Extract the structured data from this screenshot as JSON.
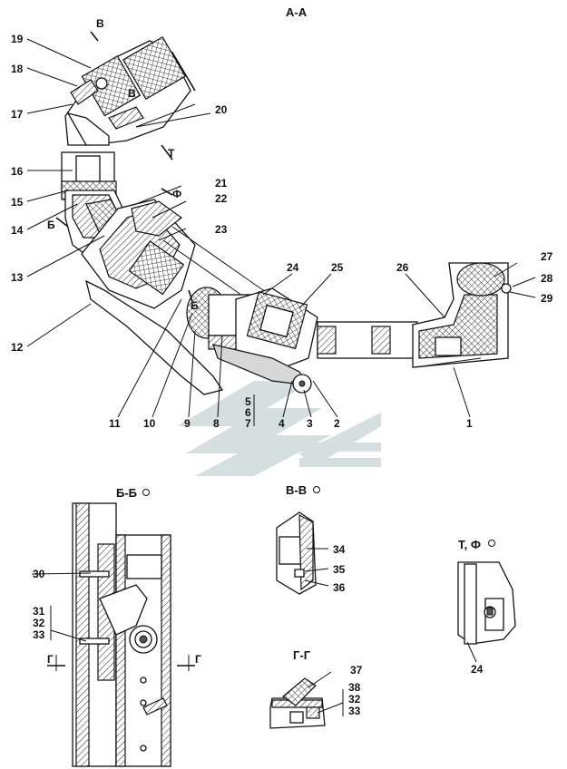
{
  "views": {
    "section_aa": "А-А",
    "section_bb": "Б-Б",
    "section_vv": "В-В",
    "section_gg": "Г-Г",
    "view_tf": "Т, Ф"
  },
  "markers": {
    "v_top": "В",
    "v_inner": "В",
    "t": "Т",
    "f": "Ф",
    "b_left": "Б",
    "b_lower": "Б",
    "g_left": "Г",
    "g_right": "Г"
  },
  "callouts": {
    "c1": "1",
    "c2": "2",
    "c3": "3",
    "c4": "4",
    "c5": "5",
    "c6": "6",
    "c7": "7",
    "c8": "8",
    "c9": "9",
    "c10": "10",
    "c11": "11",
    "c12": "12",
    "c13": "13",
    "c14": "14",
    "c15": "15",
    "c16": "16",
    "c17": "17",
    "c18": "18",
    "c19": "19",
    "c20": "20",
    "c21": "21",
    "c22": "22",
    "c23": "23",
    "c24": "24",
    "c25": "25",
    "c26": "26",
    "c27": "27",
    "c28": "28",
    "c29": "29",
    "c30": "30",
    "c31": "31",
    "c32": "32",
    "c33": "33",
    "c34": "34",
    "c35": "35",
    "c36": "36",
    "c37": "37",
    "c38": "38",
    "c32b": "32",
    "c33b": "33",
    "c24b": "24"
  }
}
